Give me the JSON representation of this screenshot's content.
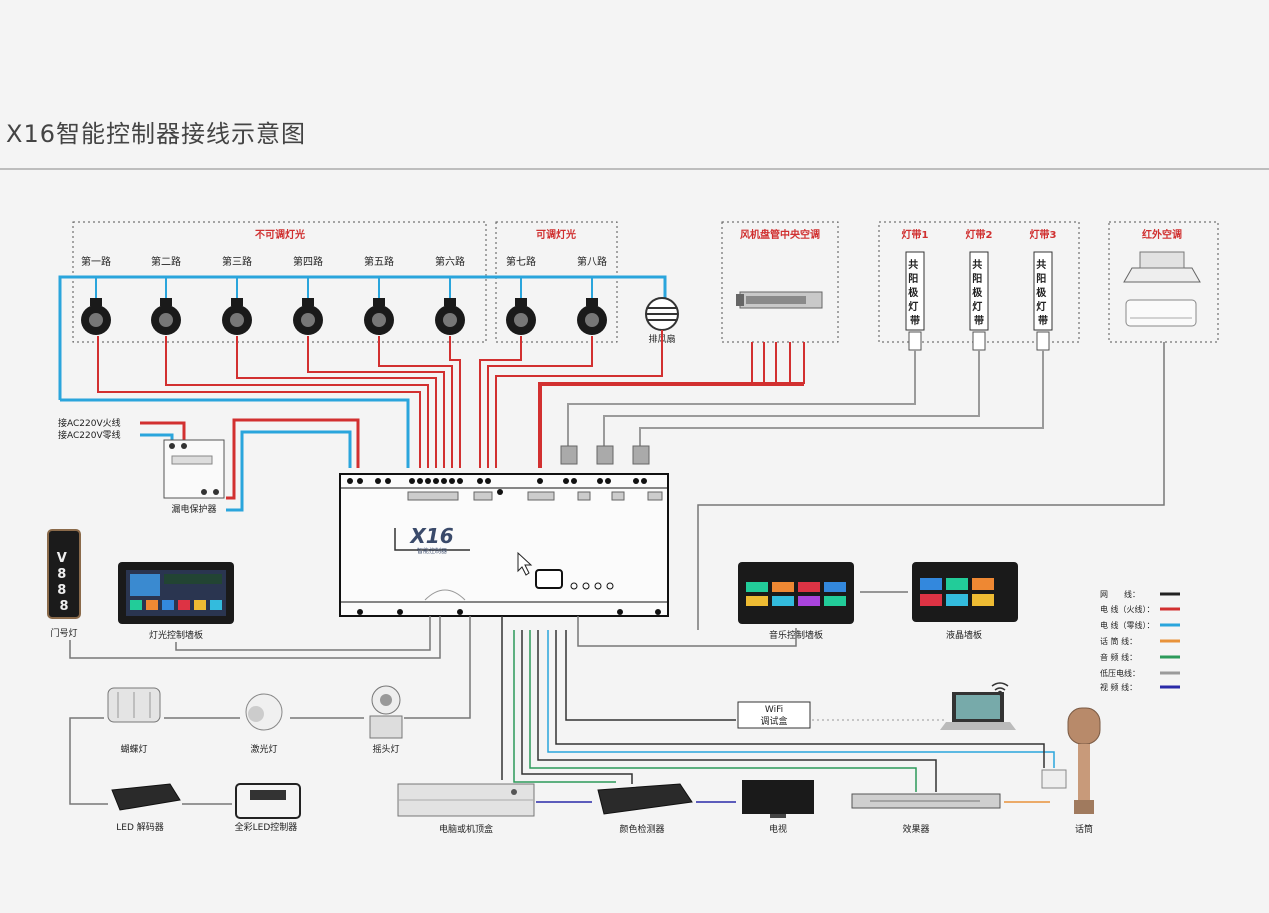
{
  "page": {
    "title": "X16智能控制器接线示意图"
  },
  "groups": {
    "non_dimmable": "不可调灯光",
    "dimmable": "可调灯光",
    "fan_coil": "风机盘管中央空调",
    "ir_ac": "红外空调",
    "strip1": "灯带1",
    "strip2": "灯带2",
    "strip3": "灯带3"
  },
  "channels": [
    "第一路",
    "第二路",
    "第三路",
    "第四路",
    "第五路",
    "第六路",
    "第七路",
    "第八路"
  ],
  "strip_text": "共阳极灯带",
  "exhaust_fan": "排风扇",
  "power": {
    "live": "接AC220V火线",
    "neutral": "接AC220V零线",
    "breaker": "漏电保护器"
  },
  "controller": {
    "logo": "X16",
    "sub": "智能控制器"
  },
  "devices": {
    "door_light": "门号灯",
    "door_number": "V888",
    "light_panel": "灯光控制墙板",
    "music_panel": "音乐控制墙板",
    "lcd_panel": "液晶墙板",
    "butterfly": "蝴蝶灯",
    "laser": "激光灯",
    "moving_head": "摇头灯",
    "led_decoder": "LED 解码器",
    "led_controller": "全彩LED控制器",
    "pc_stb": "电脑或机顶盒",
    "color_detector": "颜色检测器",
    "tv": "电视",
    "effects": "效果器",
    "mic": "话筒",
    "wifi_box_line1": "WiFi",
    "wifi_box_line2": "调试盒"
  },
  "legend": [
    {
      "label": "网　　线：",
      "color": "#222222"
    },
    {
      "label": "电 线（火线）：",
      "color": "#d23030"
    },
    {
      "label": "电 线（零线）：",
      "color": "#2aa5dc"
    },
    {
      "label": "话 筒 线：",
      "color": "#e8923a"
    },
    {
      "label": "音 频 线：",
      "color": "#2c9a5a"
    },
    {
      "label": "低压电线：",
      "color": "#9a9a9a"
    },
    {
      "label": "视 频 线：",
      "color": "#2a2aa8"
    }
  ]
}
